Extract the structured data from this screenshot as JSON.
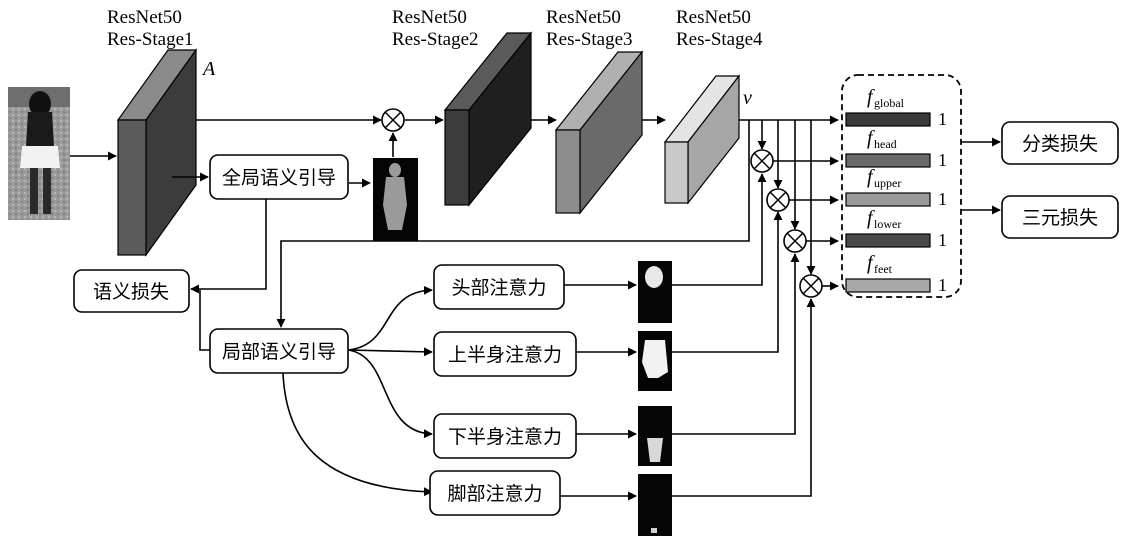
{
  "stages": [
    {
      "line1": "ResNet50",
      "line2": "Res-Stage1",
      "color": "#5c5c5c"
    },
    {
      "line1": "ResNet50",
      "line2": "Res-Stage2",
      "color": "#3c3c3c"
    },
    {
      "line1": "ResNet50",
      "line2": "Res-Stage3",
      "color": "#8c8c8c"
    },
    {
      "line1": "ResNet50",
      "line2": "Res-Stage4",
      "color": "#c8c8c8"
    }
  ],
  "labels": {
    "A": "A",
    "v": "v",
    "global_guide": "全局语义引导",
    "local_guide": "局部语义引导",
    "semantic_loss": "语义损失",
    "cls_loss": "分类损失",
    "triplet_loss": "三元损失"
  },
  "attentions": [
    {
      "label": "头部注意力"
    },
    {
      "label": "上半身注意力"
    },
    {
      "label": "下半身注意力"
    },
    {
      "label": "脚部注意力"
    }
  ],
  "features": [
    {
      "f": "f",
      "sub": "global",
      "dim": "1",
      "color": "#3a3a3a"
    },
    {
      "f": "f",
      "sub": "head",
      "dim": "1",
      "color": "#6a6a6a"
    },
    {
      "f": "f",
      "sub": "upper",
      "dim": "1",
      "color": "#9a9a9a"
    },
    {
      "f": "f",
      "sub": "lower",
      "dim": "1",
      "color": "#4a4a4a"
    },
    {
      "f": "f",
      "sub": "feet",
      "dim": "1",
      "color": "#a8a8a8"
    }
  ],
  "icons": {
    "multiply": "circled-times-icon",
    "arrow": "arrow-head-icon"
  }
}
